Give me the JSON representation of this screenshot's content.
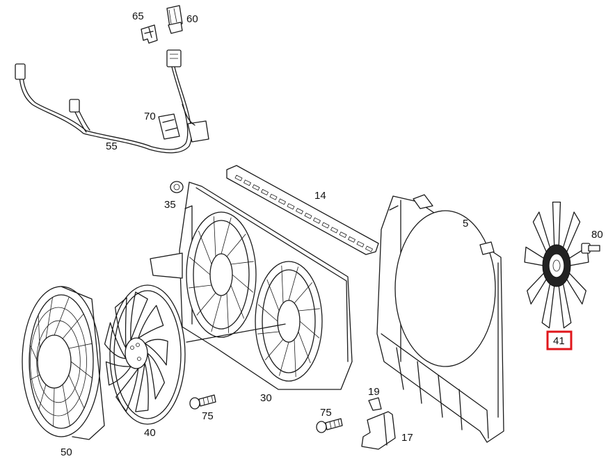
{
  "highlight_color": "#e0161b",
  "highlighted_part": "41",
  "labels": {
    "p65": "65",
    "p60": "60",
    "p70": "70",
    "p55": "55",
    "p35": "35",
    "p14": "14",
    "p5": "5",
    "p80": "80",
    "p41": "41",
    "p30": "30",
    "p19": "19",
    "p75a": "75",
    "p75b": "75",
    "p17": "17",
    "p40": "40",
    "p50": "50"
  }
}
